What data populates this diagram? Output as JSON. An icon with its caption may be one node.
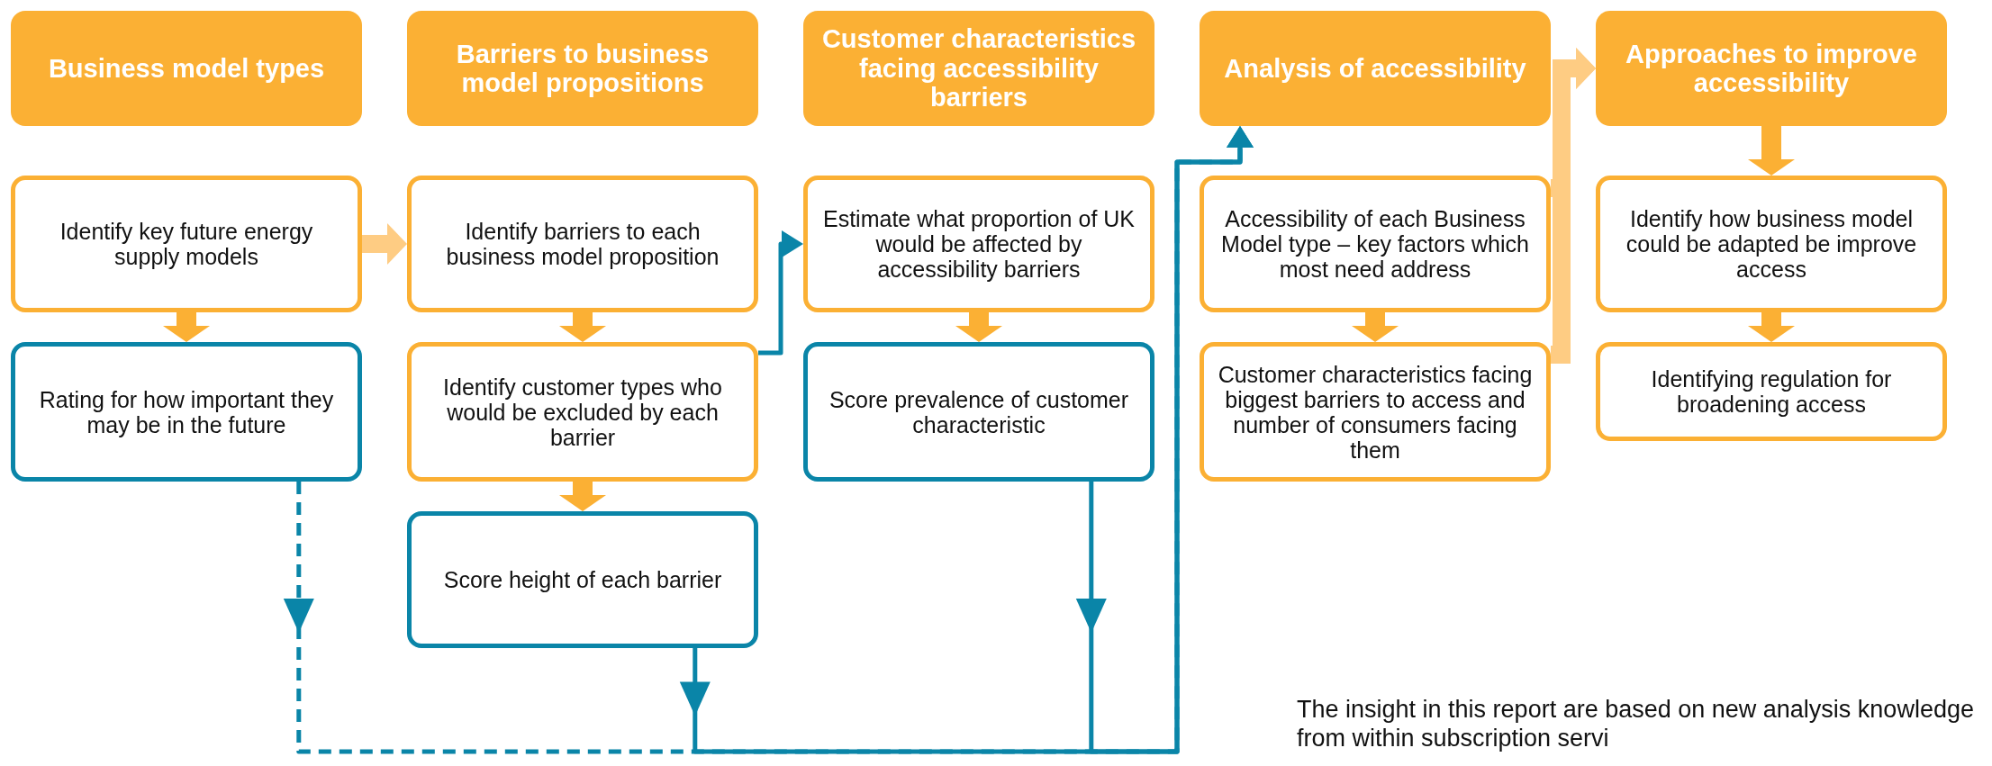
{
  "diagram": {
    "nodes": [
      {
        "text": [
          "Business model types"
        ]
      },
      {
        "text": [
          "Barriers to business model propositions"
        ]
      },
      {
        "text": [
          "Customer characteristics facing accessibility barriers"
        ]
      },
      {
        "text": [
          "Analysis of accessibility"
        ]
      },
      {
        "text": [
          "Approaches to improve accessibility"
        ]
      },
      {
        "text": [
          "Identify key future energy supply models"
        ]
      },
      {
        "text": [
          "Rating for how important they may be in the future"
        ]
      },
      {
        "text": [
          "Identify barriers to each business model proposition"
        ]
      },
      {
        "text": [
          "Identify customer types who would be excluded by each barrier"
        ]
      },
      {
        "text": [
          "Score height of each barrier"
        ]
      },
      {
        "text": [
          "Estimate what proportion of UK would be affected by accessibility barriers"
        ]
      },
      {
        "text": [
          "Score prevalence of customer characteristic"
        ]
      },
      {
        "text": [
          "Accessibility of each Business Model type – key factors which most need address"
        ]
      },
      {
        "text": [
          "Customer characteristics facing biggest barriers to access and number of consumers facing them"
        ]
      },
      {
        "text": [
          "Identify how business model could be adapted be improve access"
        ]
      },
      {
        "text": [
          "Identifying regulation for broadening access"
        ]
      }
    ],
    "edges": [
      {
        "from": 5,
        "to": 6,
        "arrow": "to"
      },
      {
        "from": 5,
        "to": 7,
        "arrow": "to",
        "color": "#fecc83"
      },
      {
        "from": 7,
        "to": 8,
        "arrow": "to"
      },
      {
        "from": 8,
        "to": 9,
        "arrow": "to"
      },
      {
        "from": 8,
        "to": 10,
        "arrow": "to",
        "color": "#0a85a8"
      },
      {
        "from": 10,
        "to": 11,
        "arrow": "to"
      },
      {
        "from": 12,
        "to": 13,
        "arrow": "to"
      },
      {
        "from": 12,
        "to": 4,
        "arrow": "to",
        "color": "#fecc83"
      },
      {
        "from": 13,
        "to": 4,
        "arrow": "to",
        "color": "#fecc83"
      },
      {
        "from": 4,
        "to": 14,
        "arrow": "to"
      },
      {
        "from": 14,
        "to": 15,
        "arrow": "to"
      },
      {
        "from": 6,
        "to": 3,
        "arrow": "to",
        "style": "dashed",
        "color": "#0a85a8"
      },
      {
        "from": 9,
        "to": 3,
        "arrow": "to",
        "color": "#0a85a8"
      },
      {
        "from": 11,
        "to": 3,
        "arrow": "to",
        "color": "#0a85a8"
      }
    ],
    "labels": [
      "The insight in this report are based on new analysis knowledge from within subscription servi"
    ]
  }
}
